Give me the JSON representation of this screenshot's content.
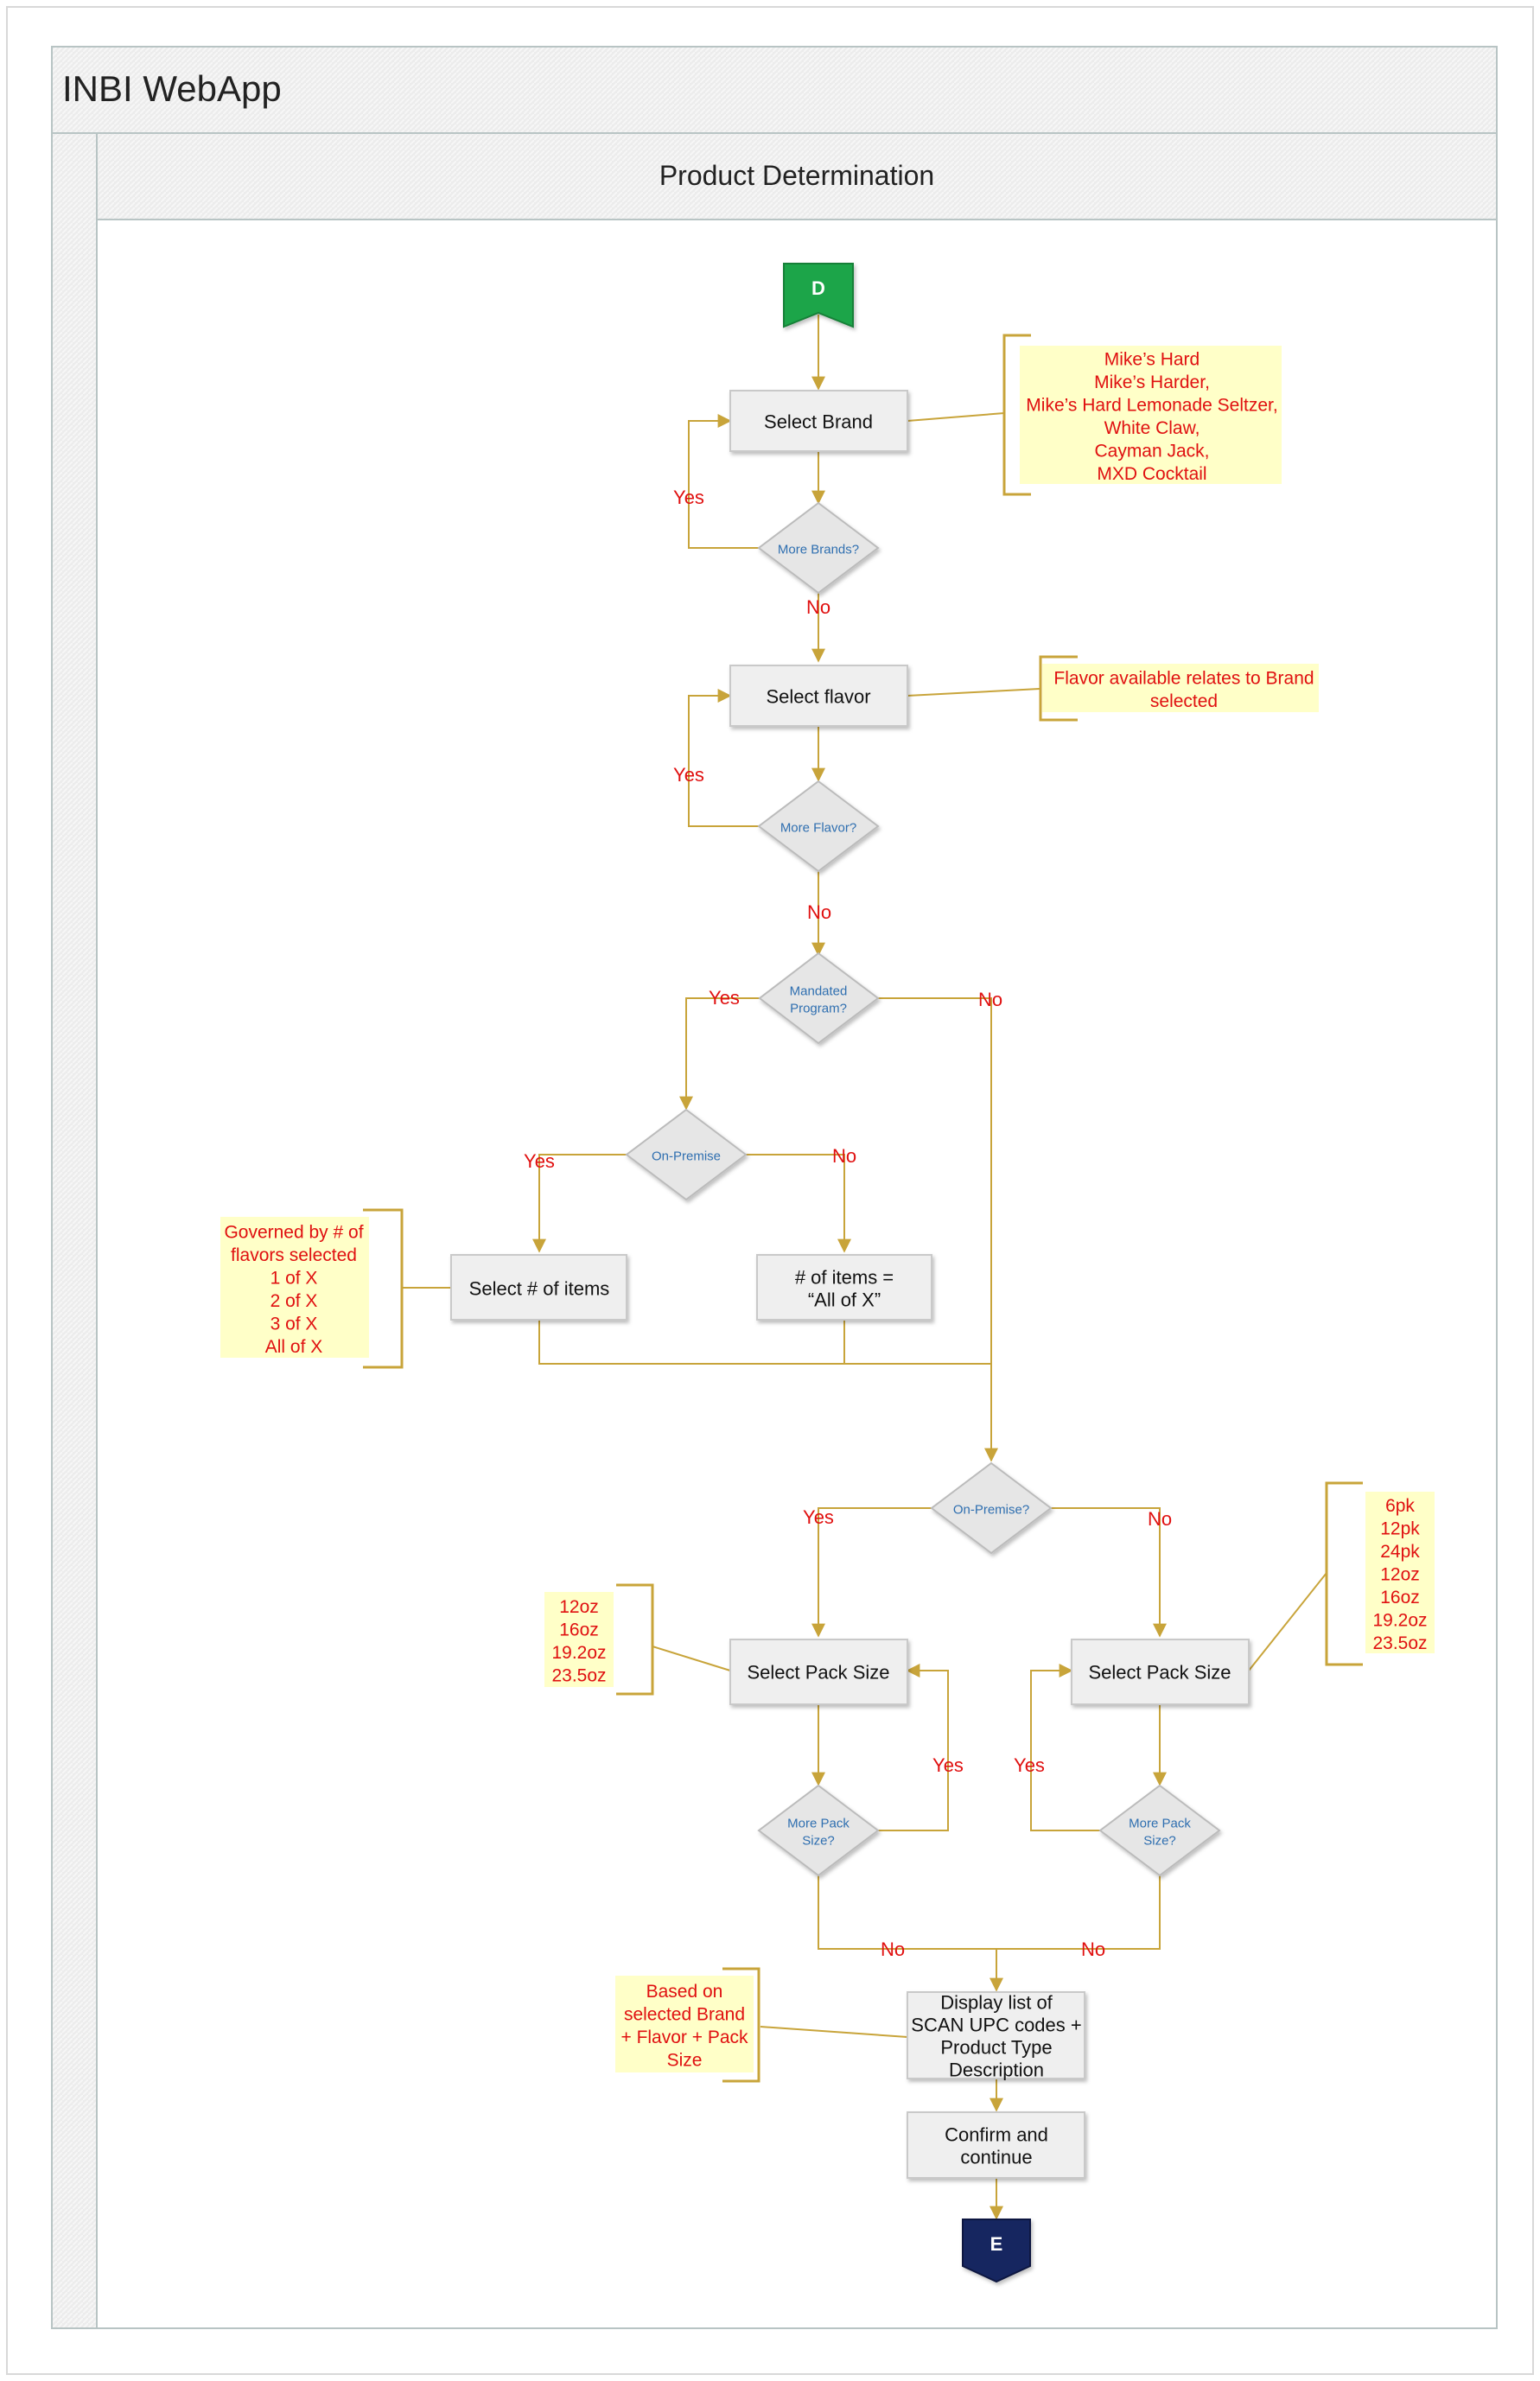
{
  "pool_title": "INBI WebApp",
  "lane_title": "Product Determination",
  "colors": {
    "start_terminal": "#1fa54a",
    "end_terminal": "#142660",
    "flow_line": "#c8a43a",
    "note_bg": "#ffffc8",
    "note_text": "#e01010",
    "decision_text": "#2f6fb0"
  },
  "terminals": {
    "start": "D",
    "end": "E"
  },
  "process": {
    "select_brand": [
      "Select Brand"
    ],
    "select_flavor": [
      "Select flavor"
    ],
    "select_items": [
      "Select # of items"
    ],
    "items_all": [
      "# of items =",
      "“All of X”"
    ],
    "pack_left": [
      "Select Pack Size"
    ],
    "pack_right": [
      "Select Pack Size"
    ],
    "display_list": [
      "Display list of",
      "SCAN UPC codes +",
      "Product Type",
      "Description"
    ],
    "confirm": [
      "Confirm and",
      "continue"
    ]
  },
  "decisions": {
    "more_brands": [
      "More Brands?"
    ],
    "more_flavor": [
      "More Flavor?"
    ],
    "mandated": [
      "Mandated",
      "Program?"
    ],
    "on_premise_1": [
      "On-Premise"
    ],
    "on_premise_2": [
      "On-Premise?"
    ],
    "more_pack_left": [
      "More Pack",
      "Size?"
    ],
    "more_pack_right": [
      "More Pack",
      "Size?"
    ]
  },
  "labels": {
    "yes": "Yes",
    "no": "No"
  },
  "notes": {
    "brands": [
      "Mike’s Hard",
      "Mike’s Harder,",
      "Mike’s Hard Lemonade Seltzer,",
      "White Claw,",
      "Cayman Jack,",
      "MXD Cocktail"
    ],
    "flavor": [
      "Flavor available relates to Brand",
      "selected"
    ],
    "governed": [
      "Governed by # of",
      "flavors selected",
      "1 of X",
      "2 of X",
      "3 of X",
      "All of X"
    ],
    "pack_left": [
      "12oz",
      "16oz",
      "19.2oz",
      "23.5oz"
    ],
    "pack_right": [
      "6pk",
      "12pk",
      "24pk",
      "12oz",
      "16oz",
      "19.2oz",
      "23.5oz"
    ],
    "based_on": [
      "Based on",
      "selected Brand",
      "+ Flavor + Pack",
      "Size"
    ]
  }
}
